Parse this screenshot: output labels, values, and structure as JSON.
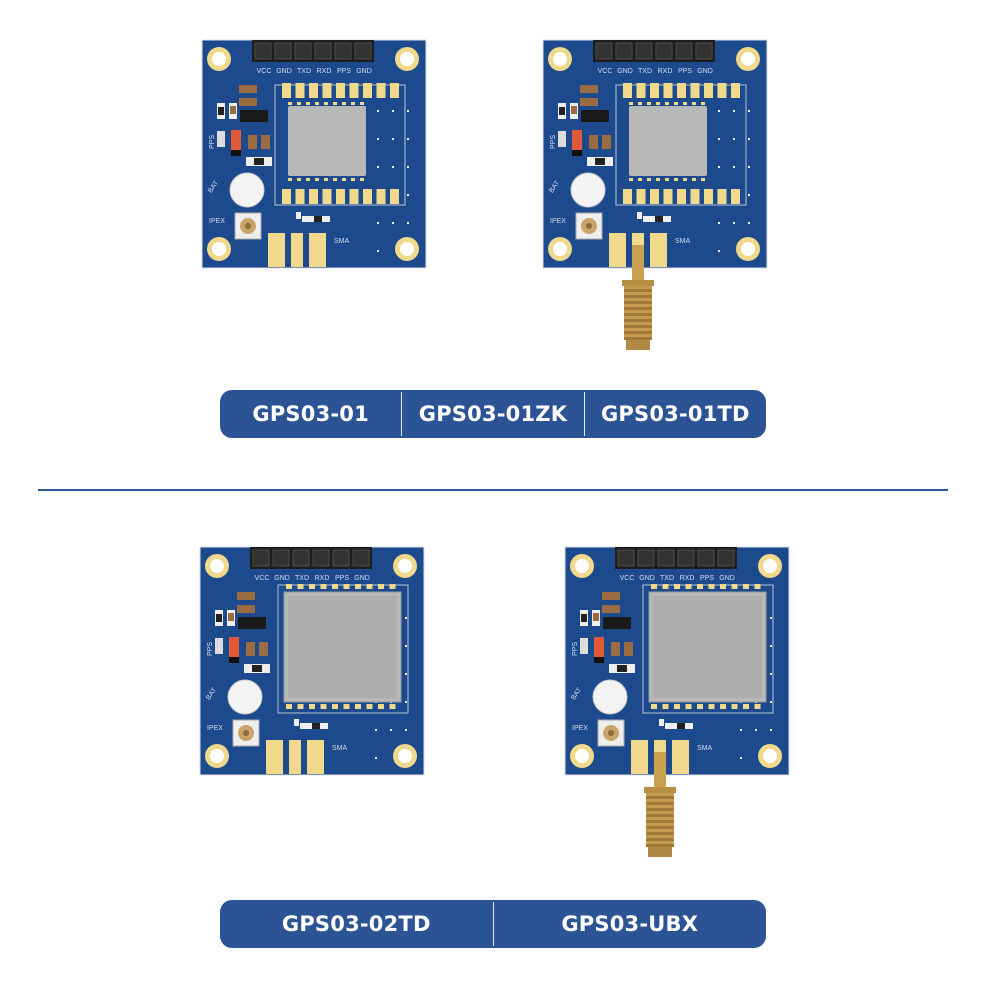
{
  "colors": {
    "brand": "#2c5394",
    "pcb": "#1c4a8c",
    "gold": "#f0d98c",
    "shield": "#b8b8b8"
  },
  "silkscreen": {
    "pins": [
      "VCC",
      "GND",
      "TXD",
      "RXD",
      "PPS",
      "GND"
    ],
    "pps": "PPS",
    "bat": "BAT",
    "ipex": "IPEX",
    "sma": "SMA"
  },
  "boards": [
    {
      "module": "01",
      "sma_connector": false
    },
    {
      "module": "01",
      "sma_connector": true
    },
    {
      "module": "02",
      "sma_connector": false
    },
    {
      "module": "02",
      "sma_connector": true
    }
  ],
  "top_bar": {
    "labels": [
      "GPS03-01",
      "GPS03-01ZK",
      "GPS03-01TD"
    ]
  },
  "bottom_bar": {
    "labels": [
      "GPS03-02TD",
      "GPS03-UBX"
    ]
  }
}
